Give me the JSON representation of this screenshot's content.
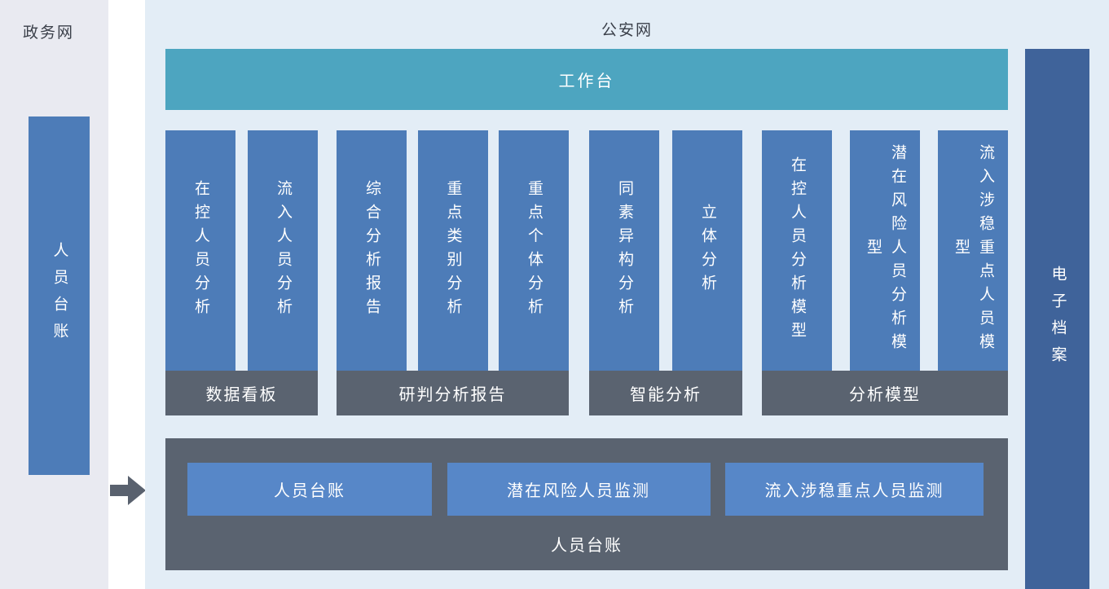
{
  "colors": {
    "page_bg": "#ffffff",
    "gov_panel_bg": "#e9eaf1",
    "police_panel_bg": "#e3edf6",
    "module_blue": "#4d7cb8",
    "button_blue": "#5787c8",
    "teal": "#4da5c0",
    "dark_gray": "#5a6370",
    "archive_blue": "#3f639a",
    "arrow": "#59616e",
    "title_text": "#3a3f49",
    "bar_text": "#ffffff"
  },
  "gov_zone": {
    "title": "政务网",
    "ledger_bar": "人员台账"
  },
  "police_zone": {
    "title": "公安网",
    "workbench": "工作台",
    "archive": "电子档案"
  },
  "module_groups": [
    {
      "label": "数据看板",
      "modules": [
        "在控人员分析",
        "流入人员分析"
      ]
    },
    {
      "label": "研判分析报告",
      "modules": [
        "综合分析报告",
        "重点类别分析",
        "重点个体分析"
      ]
    },
    {
      "label": "智能分析",
      "modules": [
        "同素异构分析",
        "立体分析"
      ]
    },
    {
      "label": "分析模型",
      "modules": [
        "在控人员分析模型",
        "潜在风险人员分析模型",
        "流入涉稳重点人员模型"
      ]
    }
  ],
  "ledger_panel": {
    "label": "人员台账",
    "buttons": [
      "人员台账",
      "潜在风险人员监测",
      "流入涉稳重点人员监测"
    ]
  }
}
